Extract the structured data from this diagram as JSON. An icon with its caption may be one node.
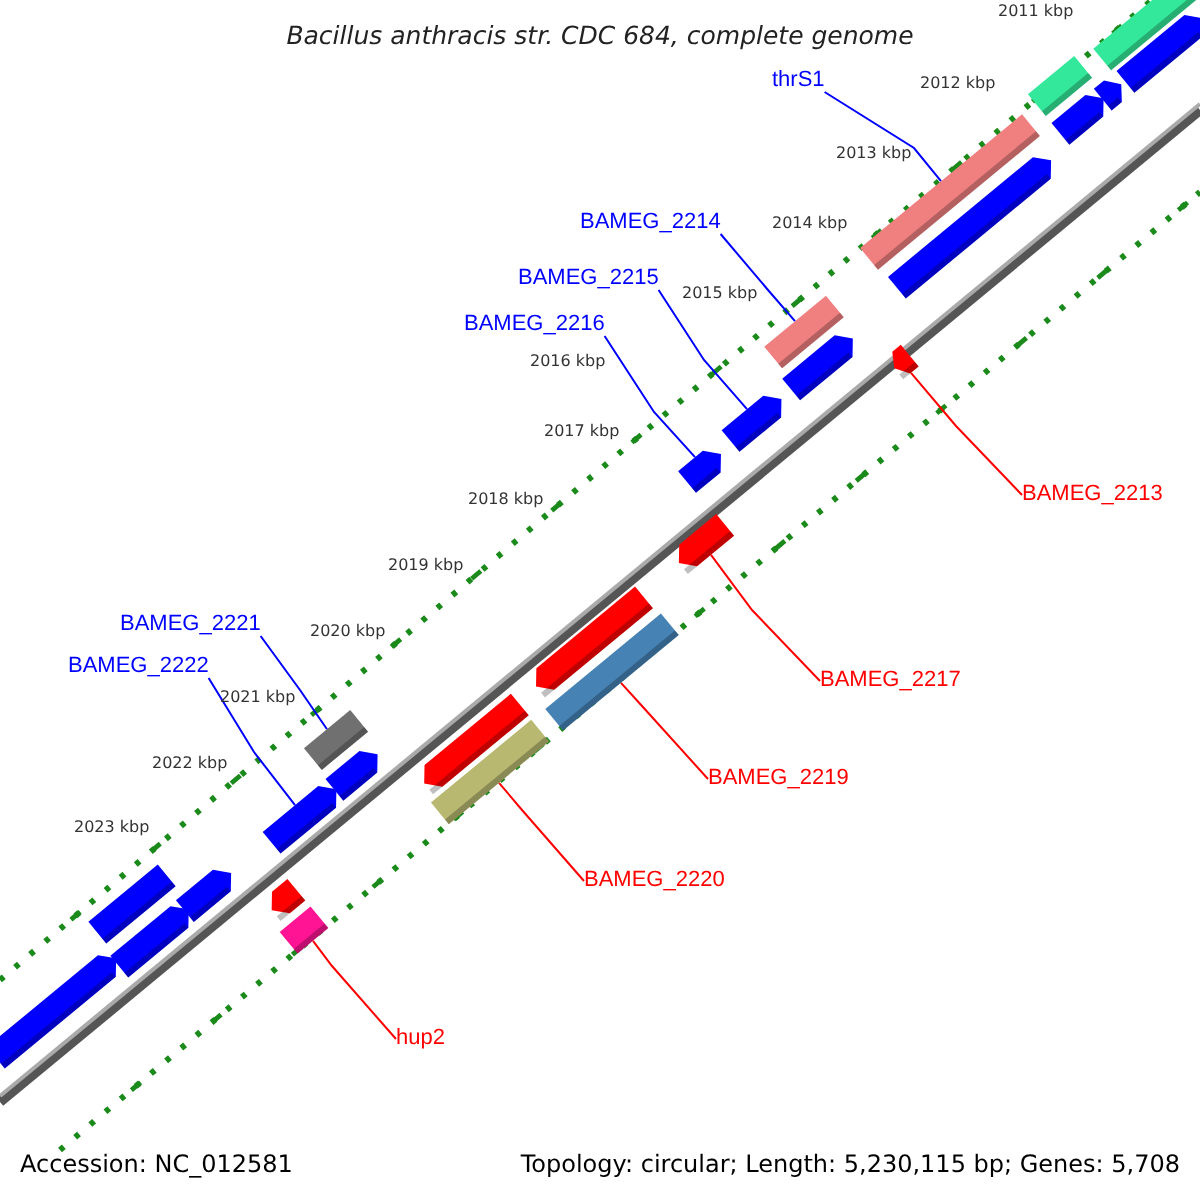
{
  "diagram": {
    "title": "Bacillus anthracis str. CDC 684, complete genome",
    "nodes": [
      {
        "text": [
          "thrS1"
        ]
      },
      {
        "text": [
          "BAMEG_2214"
        ]
      },
      {
        "text": [
          "BAMEG_2215"
        ]
      },
      {
        "text": [
          "BAMEG_2216"
        ]
      },
      {
        "text": [
          "BAMEG_2213"
        ]
      },
      {
        "text": [
          "BAMEG_2221"
        ]
      },
      {
        "text": [
          "BAMEG_2222"
        ]
      },
      {
        "text": [
          "BAMEG_2217"
        ]
      },
      {
        "text": [
          "BAMEG_2219"
        ]
      },
      {
        "text": [
          "BAMEG_2220"
        ]
      },
      {
        "text": [
          "hup2"
        ]
      },
      {
        "text": [],
        "shape": "bar"
      },
      {
        "text": [],
        "shape": "bar"
      },
      {
        "text": [],
        "shape": "bar"
      },
      {
        "text": [],
        "shape": "bar"
      },
      {
        "text": [],
        "shape": "bar"
      },
      {
        "text": [],
        "shape": "bar"
      },
      {
        "text": [],
        "shape": "bar"
      },
      {
        "text": [],
        "shape": "bar"
      },
      {
        "text": [],
        "shape": "bar"
      },
      {
        "text": [],
        "shape": "bar"
      },
      {
        "text": [],
        "shape": "bar"
      },
      {
        "text": [],
        "shape": "bar"
      },
      {
        "text": [],
        "shape": "bar"
      },
      {
        "text": [],
        "shape": "bar"
      },
      {
        "text": [],
        "shape": "bar"
      },
      {
        "text": [],
        "shape": "bar"
      },
      {
        "text": [],
        "shape": "bar"
      },
      {
        "text": [],
        "shape": "bar"
      },
      {
        "text": [],
        "shape": "bar"
      },
      {
        "text": [],
        "shape": "bar"
      },
      {
        "text": [],
        "shape": "bar"
      },
      {
        "text": [],
        "shape": "bar"
      },
      {
        "text": [],
        "shape": "bar"
      },
      {
        "text": [],
        "shape": "bar"
      },
      {
        "text": [],
        "shape": "bar"
      },
      {
        "text": [],
        "shape": "bar"
      }
    ],
    "edges": [
      {
        "from": 0,
        "to": 16,
        "arrow": "none"
      },
      {
        "from": 1,
        "to": 18,
        "arrow": "none"
      },
      {
        "from": 2,
        "to": 20,
        "arrow": "none"
      },
      {
        "from": 3,
        "to": 21,
        "arrow": "none"
      },
      {
        "from": 4,
        "to": 29,
        "arrow": "none",
        "color": "#ff0000"
      },
      {
        "from": 5,
        "to": 22,
        "arrow": "none"
      },
      {
        "from": 6,
        "to": 24,
        "arrow": "none"
      },
      {
        "from": 7,
        "to": 30,
        "arrow": "none",
        "color": "#ff0000"
      },
      {
        "from": 8,
        "to": 32,
        "arrow": "none",
        "color": "#ff0000"
      },
      {
        "from": 9,
        "to": 34,
        "arrow": "none",
        "color": "#ff0000"
      },
      {
        "from": 10,
        "to": 36,
        "arrow": "none",
        "color": "#ff0000"
      }
    ],
    "labels": [
      "2011 kbp",
      "2012 kbp",
      "2013 kbp",
      "2014 kbp",
      "2015 kbp",
      "2016 kbp",
      "2017 kbp",
      "2018 kbp",
      "2019 kbp",
      "2020 kbp",
      "2021 kbp",
      "2022 kbp",
      "2023 kbp",
      "Accession: NC_012581",
      "Topology: circular; Length: 5,230,115 bp; Genes: 5,708"
    ]
  }
}
